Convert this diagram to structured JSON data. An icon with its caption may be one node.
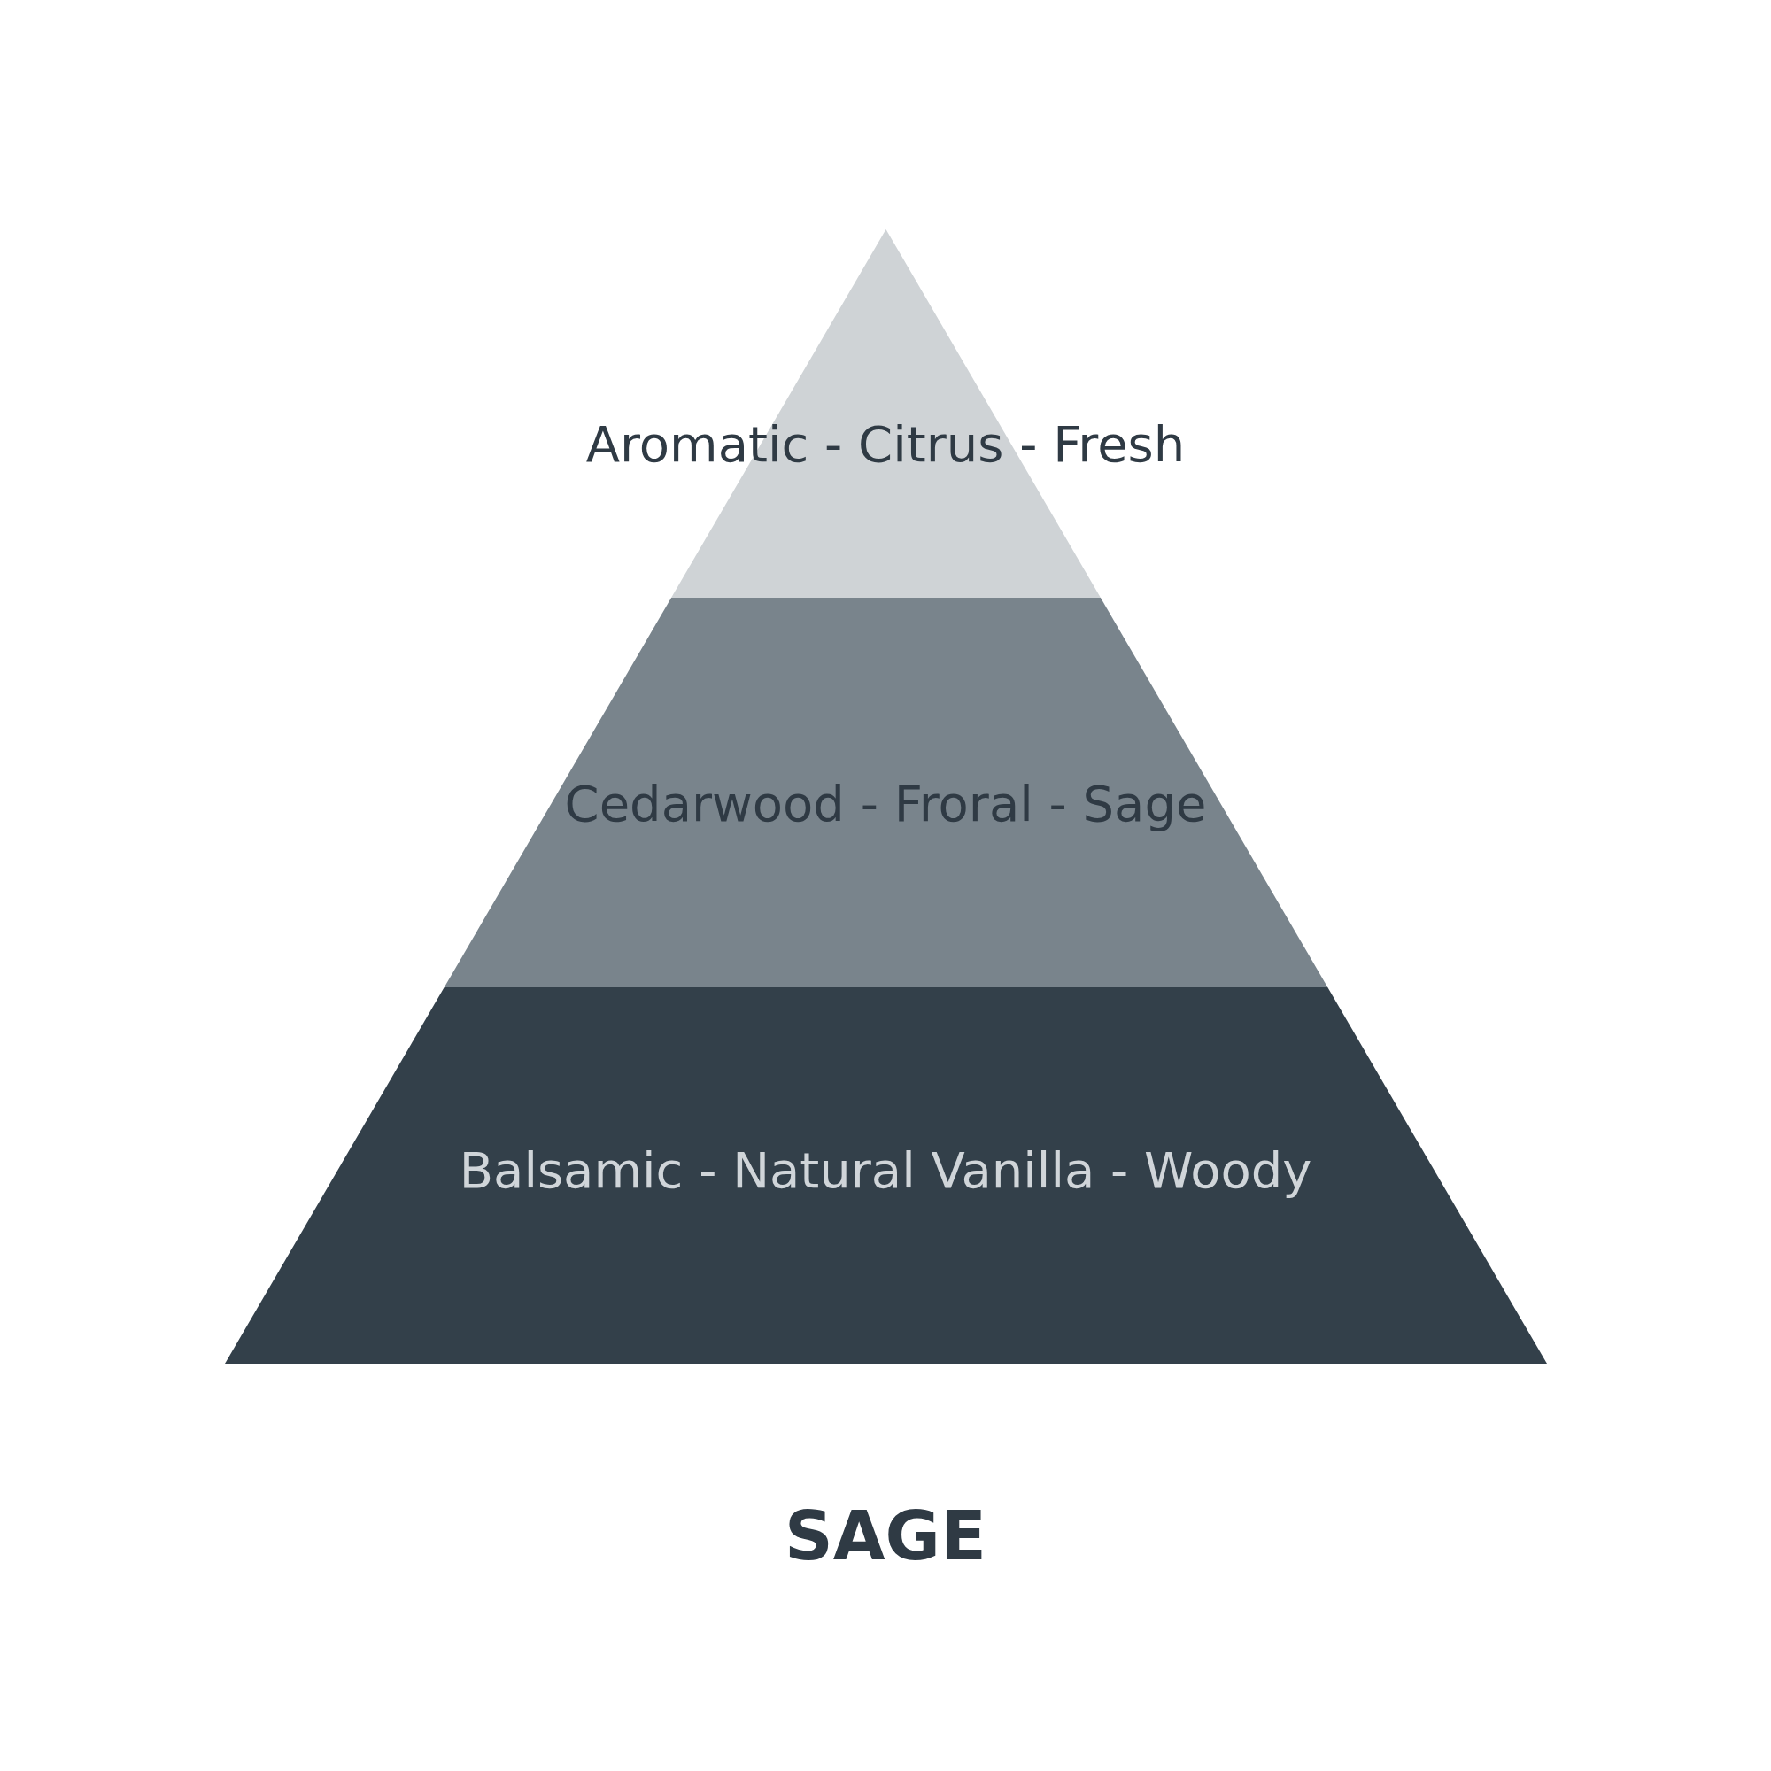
{
  "diagram": {
    "caption": "SAGE",
    "nodes": [
      {
        "text": [
          "Aromatic - Citrus - Fresh"
        ]
      },
      {
        "text": [
          "Cedarwood - Froral - Sage"
        ]
      },
      {
        "text": [
          "Balsamic - Natural Vanilla - Woody"
        ]
      }
    ]
  }
}
